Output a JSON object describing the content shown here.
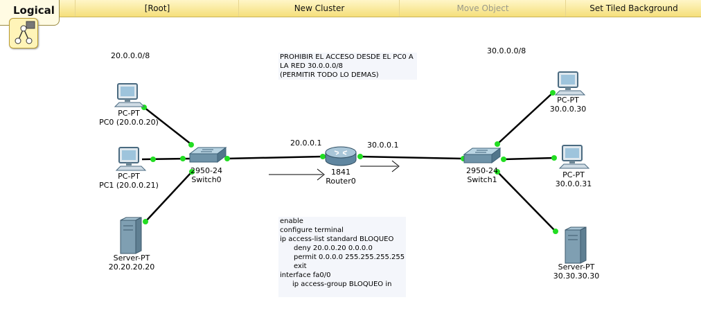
{
  "toolbar": {
    "tab_label": "Logical",
    "root_label": "[Root]",
    "new_cluster_label": "New Cluster",
    "move_object_label": "Move Object",
    "tiled_bg_label": "Set Tiled Background"
  },
  "canvas": {
    "net_left": "20.0.0.0/8",
    "net_right": "30.0.0.0/8",
    "note_lines": [
      "PROHIBIR EL ACCESO DESDE EL PC0 A",
      "LA RED 30.0.0.0/8",
      "(PERMITIR TODO LO DEMAS)"
    ],
    "config_lines": [
      "enable",
      "configure terminal",
      "ip access-list standard BLOQUEO",
      "deny 20.0.0.20 0.0.0.0",
      "permit 0.0.0.0 255.255.255.255",
      "exit",
      "interface fa0/0",
      "ip access-group BLOQUEO in"
    ],
    "gw_left": "20.0.0.1",
    "gw_right": "30.0.0.1"
  },
  "devices": {
    "pc0": {
      "model": "PC-PT",
      "name": "PC0 (20.0.0.20)"
    },
    "pc1": {
      "model": "PC-PT",
      "name": "PC1 (20.0.0.21)"
    },
    "server_left": {
      "model": "Server-PT",
      "name": "20.20.20.20"
    },
    "switch0": {
      "model": "2950-24",
      "name": "Switch0"
    },
    "router0": {
      "model": "1841",
      "name": "Router0"
    },
    "switch1": {
      "model": "2950-24",
      "name": "Switch1"
    },
    "pc_r1": {
      "model": "PC-PT",
      "name": "30.0.0.30"
    },
    "pc_r2": {
      "model": "PC-PT",
      "name": "30.0.0.31"
    },
    "server_right": {
      "model": "Server-PT",
      "name": "30.30.30.30"
    }
  },
  "colors": {
    "link_up": "#22dd22",
    "toolbar": "#f5df7a"
  }
}
